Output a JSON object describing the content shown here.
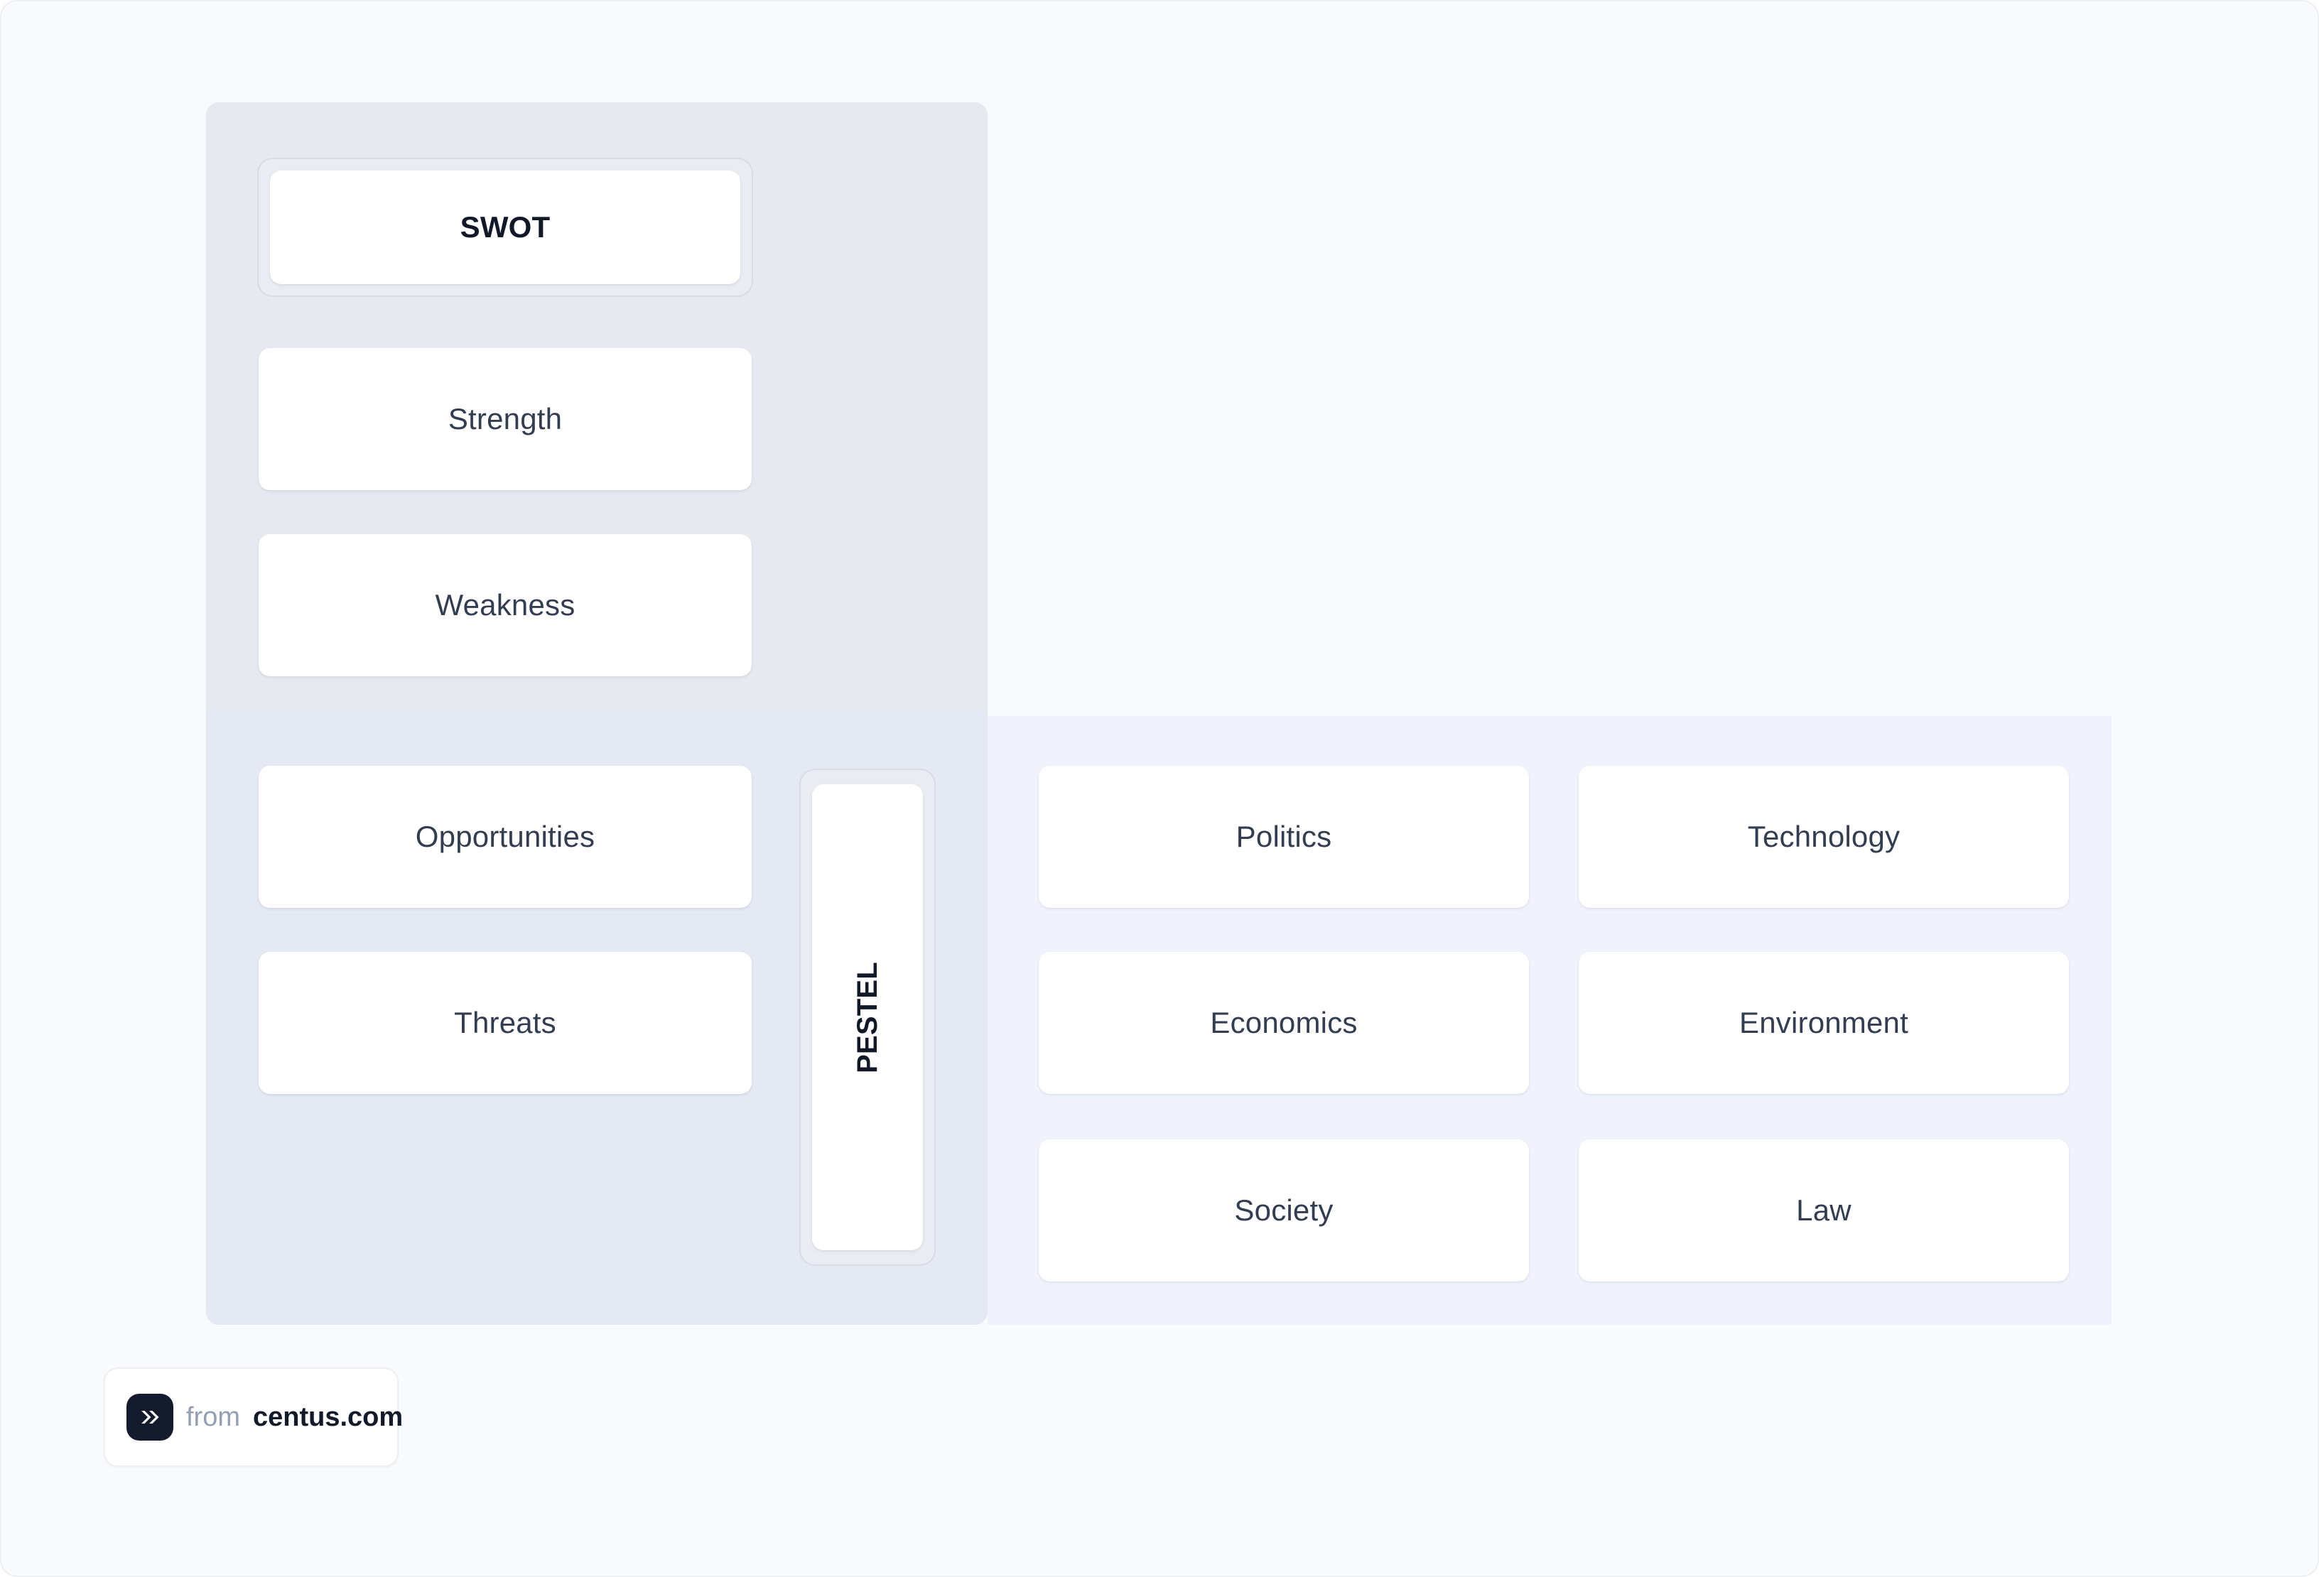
{
  "page": {
    "background_color": "#f8fafc"
  },
  "swot_panel": {
    "background_color": "#e6e9f0",
    "header": {
      "label": "SWOT",
      "selected": true
    },
    "cards": [
      {
        "label": "Strength"
      },
      {
        "label": "Weakness"
      },
      {
        "label": "Opportunities"
      },
      {
        "label": "Threats"
      }
    ]
  },
  "pestel_panel": {
    "background_color": "#f0f3fc",
    "header": {
      "label": "PESTEL",
      "orientation": "vertical",
      "selected": true
    },
    "cards": [
      {
        "label": "Politics"
      },
      {
        "label": "Technology"
      },
      {
        "label": "Economics"
      },
      {
        "label": "Environment"
      },
      {
        "label": "Society"
      },
      {
        "label": "Law"
      }
    ]
  },
  "footer": {
    "logo_icon": "double-chevron-right-icon",
    "logo_background": "#141b2d",
    "from_text": "from",
    "domain_text": "centus.com"
  }
}
